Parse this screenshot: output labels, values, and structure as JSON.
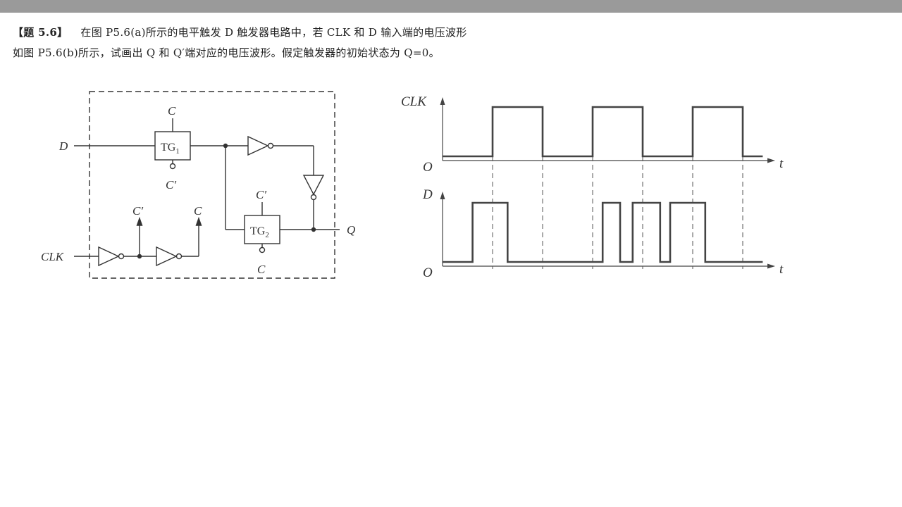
{
  "problem": {
    "tag": "【题 5.6】",
    "line1": "在图 P5.6(a)所示的电平触发 D 触发器电路中，若 CLK 和 D 输入端的电压波形",
    "line2": "如图 P5.6(b)所示，试画出 Q 和 Q′端对应的电压波形。假定触发器的初始状态为 Q=0。"
  },
  "circuit": {
    "input_d": "D",
    "input_clk": "CLK",
    "output_q": "Q",
    "tg1_name": "TG",
    "tg1_sub": "1",
    "tg2_name": "TG",
    "tg2_sub": "2",
    "tg1_top": "C",
    "tg1_bottom": "C′",
    "tg2_top": "C′",
    "tg2_bottom": "C",
    "clk_out1": "C′",
    "clk_out2": "C"
  },
  "waveforms": {
    "clk_label": "CLK",
    "d_label": "D",
    "origin_label": "O",
    "time_label": "t"
  },
  "chart_data": {
    "type": "line",
    "title": "",
    "xlabel": "t",
    "ylabel": "",
    "series": [
      {
        "name": "CLK",
        "x": [
          0,
          1.0,
          1.0,
          2.0,
          2.0,
          3.0,
          3.0,
          4.0,
          4.0,
          5.0,
          5.0,
          6.0,
          6.0,
          6.4
        ],
        "values": [
          0,
          0,
          1,
          1,
          0,
          0,
          1,
          1,
          0,
          0,
          1,
          1,
          0,
          0
        ]
      },
      {
        "name": "D",
        "x": [
          0,
          0.6,
          0.6,
          1.3,
          1.3,
          3.2,
          3.2,
          3.55,
          3.55,
          3.8,
          3.8,
          4.35,
          4.35,
          4.55,
          4.55,
          5.25,
          5.25,
          6.4
        ],
        "values": [
          0,
          0,
          1,
          1,
          0,
          0,
          1,
          1,
          0,
          0,
          1,
          1,
          0,
          0,
          1,
          1,
          0,
          0
        ]
      }
    ],
    "ylim": [
      0,
      1
    ],
    "grid": false
  }
}
